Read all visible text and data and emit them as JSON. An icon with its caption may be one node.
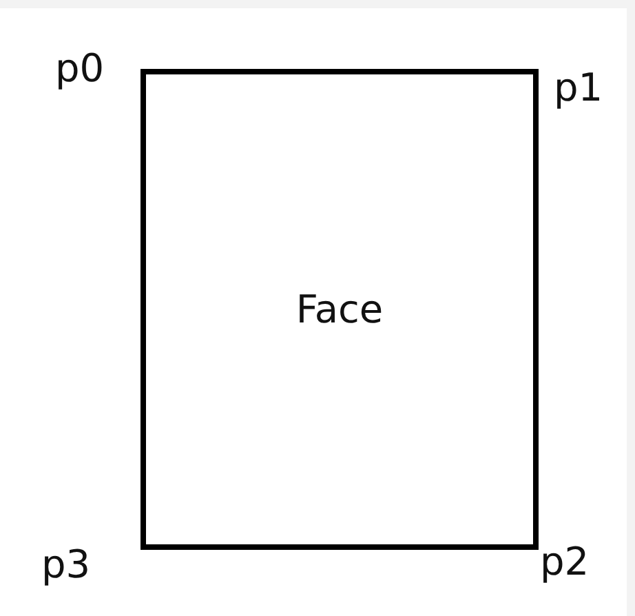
{
  "diagram": {
    "nodes": [
      {
        "text": [
          "Face"
        ]
      }
    ],
    "labels": [
      "p0",
      "p1",
      "p3",
      "p2"
    ]
  }
}
